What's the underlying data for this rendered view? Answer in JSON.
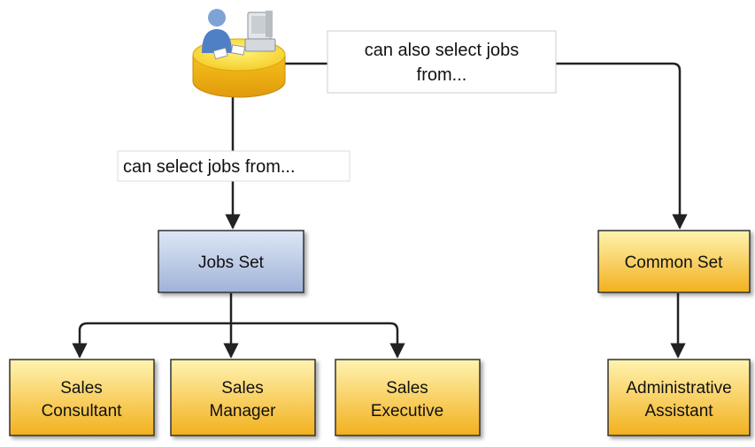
{
  "diagram": {
    "actor_icon": "user-at-computer-icon",
    "labels": {
      "select_jobs": "can select jobs from...",
      "also_select_line1": "can also select jobs",
      "also_select_line2": "from..."
    },
    "nodes": {
      "jobs_set": "Jobs Set",
      "common_set": "Common Set",
      "sales_consultant": [
        "Sales",
        "Consultant"
      ],
      "sales_manager": [
        "Sales",
        "Manager"
      ],
      "sales_executive": [
        "Sales",
        "Executive"
      ],
      "administrative_assistant": [
        "Administrative",
        "Assistant"
      ]
    },
    "colors": {
      "blue_top": "#dde6f5",
      "blue_bottom": "#9fb3d8",
      "gold_top": "#fff3b0",
      "gold_bottom": "#f2b01e",
      "border": "#333333",
      "line": "#222222"
    }
  }
}
